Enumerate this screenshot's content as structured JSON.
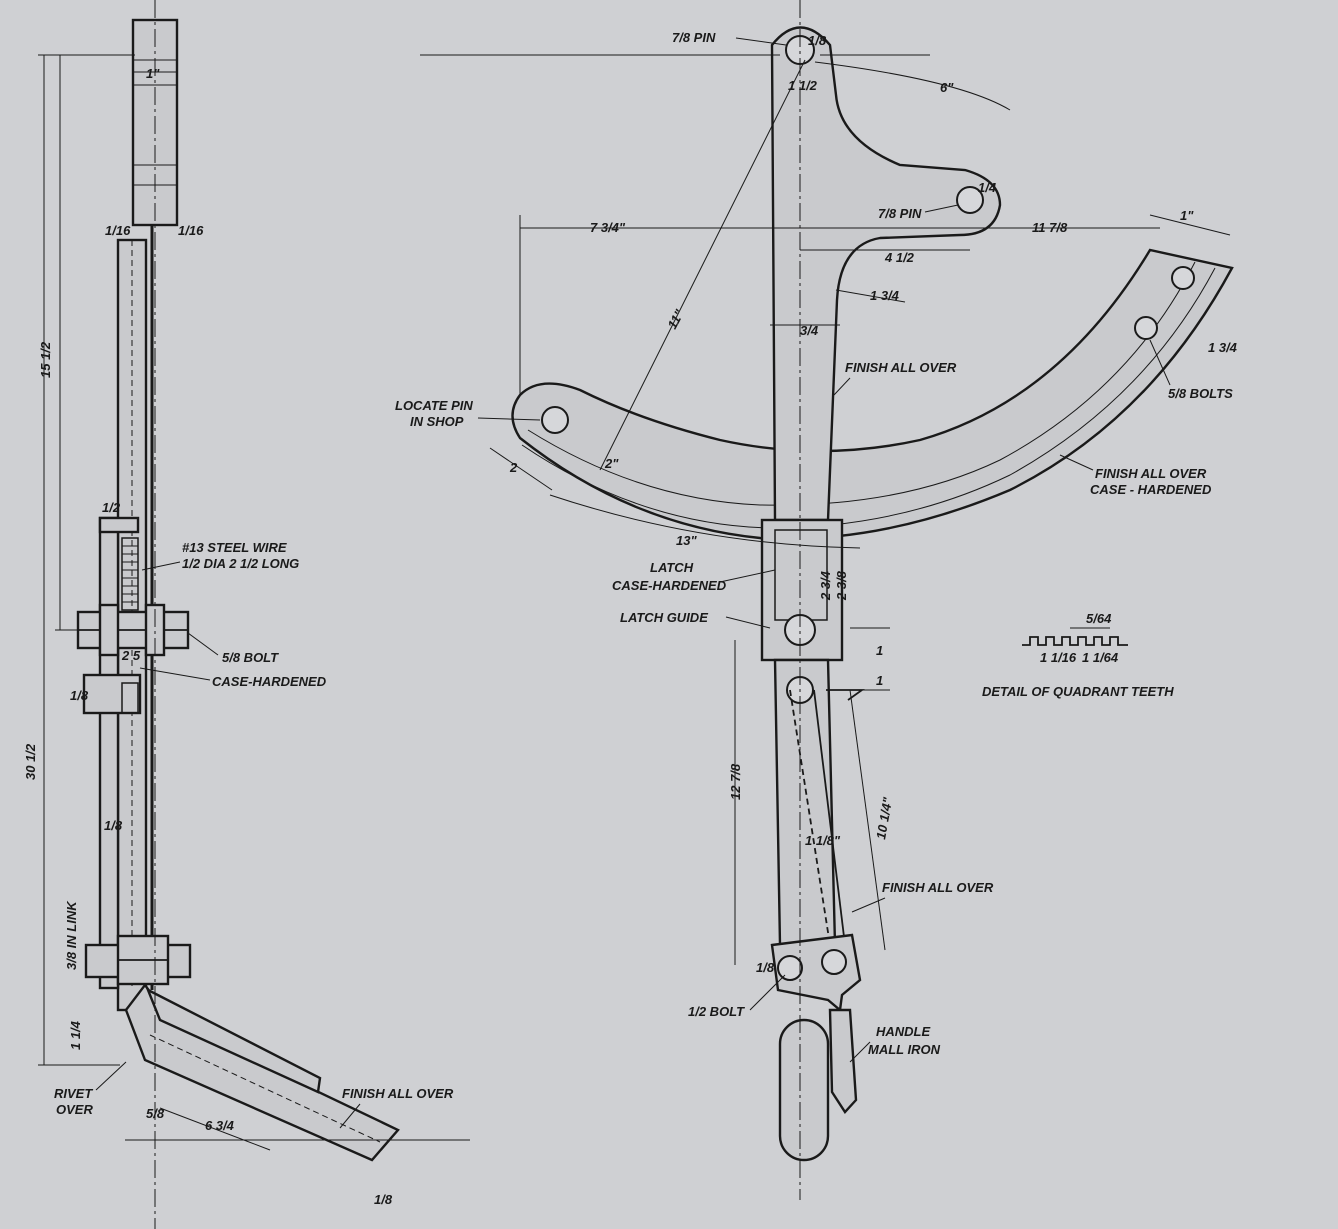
{
  "colors": {
    "paper": "#cfd0d3",
    "ink": "#1a1a1a",
    "part": "#c9cacd"
  },
  "labels": {
    "pin_top": "7/8 PIN",
    "pin_mid": "7/8 PIN",
    "locate_pin_1": "LOCATE PIN",
    "locate_pin_2": "IN SHOP",
    "finish_all_over_1": "FINISH ALL OVER",
    "bolts_5_8": "5/8 BOLTS",
    "finish_case_1": "FINISH ALL OVER",
    "finish_case_2": "CASE - HARDENED",
    "latch_1": "LATCH",
    "latch_2": "CASE-HARDENED",
    "latch_guide": "LATCH GUIDE",
    "detail_teeth": "DETAIL OF QUADRANT TEETH",
    "finish_all_over_2": "FINISH ALL OVER",
    "half_bolt": "1/2 BOLT",
    "handle_1": "HANDLE",
    "handle_2": "MALL IRON",
    "steel_wire_1": "#13 STEEL WIRE",
    "steel_wire_2": "1/2 DIA 2 1/2 LONG",
    "bolt_5_8": "5/8 BOLT",
    "case_hardened": "CASE-HARDENED",
    "in_link": "3/8 IN LINK",
    "rivet_1": "RIVET",
    "rivet_2": "OVER",
    "finish_all_over_3": "FINISH ALL OVER"
  },
  "dims": {
    "d_1in": "1\"",
    "d_1_16_l": "1/16",
    "d_1_16_r": "1/16",
    "d_15_5": "15 1/2",
    "d_30_5": "30 1/2",
    "d_half": "1/2",
    "d_1_8": "1/8",
    "d_1_8b": "1/8",
    "d_1_8c": "1/8",
    "d_2_5": "2 5",
    "d_1_quarter": "1 1/4",
    "d_5_8": "5/8",
    "d_6_75": "6 3/4",
    "d_1_8d": "1/8",
    "d_pin_1_8": "1/8",
    "d_1_5": "1 1/2",
    "d_6": "6\"",
    "d_1_4": "1/4",
    "d_7_75": "7 3/4\"",
    "d_11_78": "11 7/8",
    "d_11": "11\"",
    "d_4_5": "4 1/2",
    "d_1_75": "1 3/4",
    "d_0_75": "3/4",
    "d_1in_b": "1\"",
    "d_1_75b": "1 3/4",
    "d_2": "2",
    "d_2b": "2\"",
    "d_13": "13\"",
    "d_12_78": "12 7/8",
    "d_10_25": "10 1/4\"",
    "d_1_18": "1 1/8\"",
    "d_2_34": "2 3/4",
    "d_2_38": "2 3/8",
    "d_1c": "1",
    "d_1d": "1",
    "teeth_5_64": "5/64",
    "teeth_a": "1 1/16",
    "teeth_b": "1 1/64"
  }
}
